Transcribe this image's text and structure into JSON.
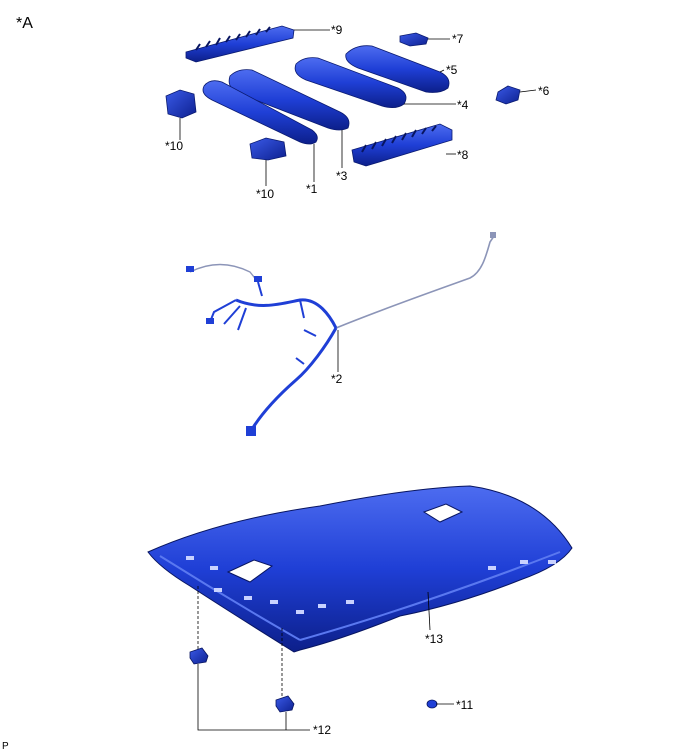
{
  "view_label": "*A",
  "footer_code": "P",
  "callouts": {
    "c1": "*1",
    "c2": "*2",
    "c3": "*3",
    "c4": "*4",
    "c5": "*5",
    "c6": "*6",
    "c7": "*7",
    "c8": "*8",
    "c9": "*9",
    "c10a": "*10",
    "c10b": "*10",
    "c11": "*11",
    "c12": "*12",
    "c13": "*13"
  },
  "colors": {
    "part_fill": "#1f3fd6",
    "part_dark": "#0c1f8a",
    "part_light": "#5a78f0",
    "leader": "#000000",
    "wire": "#8c95b8"
  }
}
